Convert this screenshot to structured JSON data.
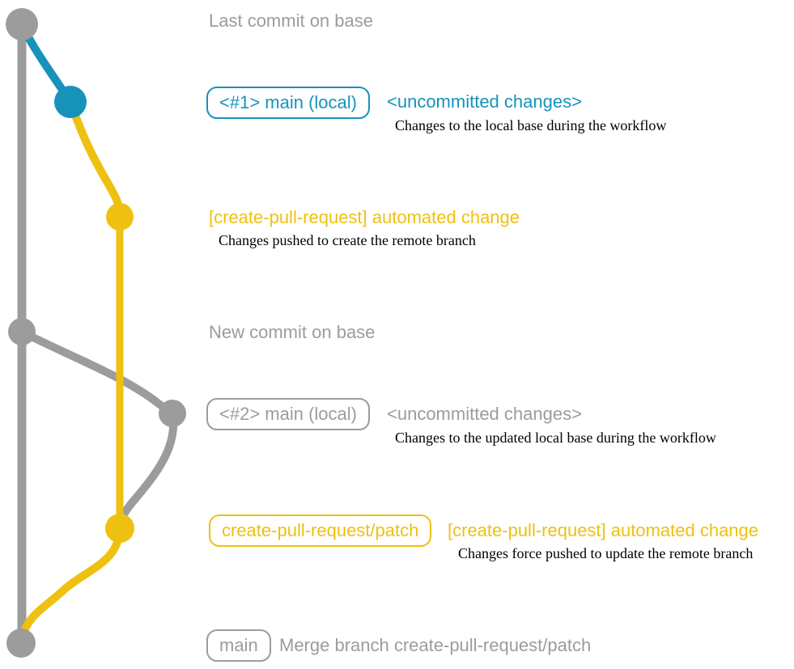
{
  "colors": {
    "blue": "#1793ba",
    "yellow": "#eec111",
    "gray": "#9c9c9c",
    "desc": "#000000",
    "bg": "#ffffff"
  },
  "annotations": {
    "last_commit": {
      "label": "Last commit on base"
    },
    "step1": {
      "branch_label": "<#1> main (local)",
      "status": "<uncommitted changes>",
      "description": "Changes to the local base during the workflow"
    },
    "step2": {
      "commit_label": "[create-pull-request] automated change",
      "description": "Changes pushed to create the remote branch"
    },
    "new_commit": {
      "label": "New commit on base"
    },
    "step3": {
      "branch_label": "<#2> main (local)",
      "status": "<uncommitted changes>",
      "description": "Changes to the updated local base during the workflow"
    },
    "step4": {
      "branch_label": "create-pull-request/patch",
      "commit_label": "[create-pull-request] automated change",
      "description": "Changes force pushed to update the remote branch"
    },
    "merge": {
      "branch_label": "main",
      "message": "Merge branch create-pull-request/patch"
    }
  }
}
